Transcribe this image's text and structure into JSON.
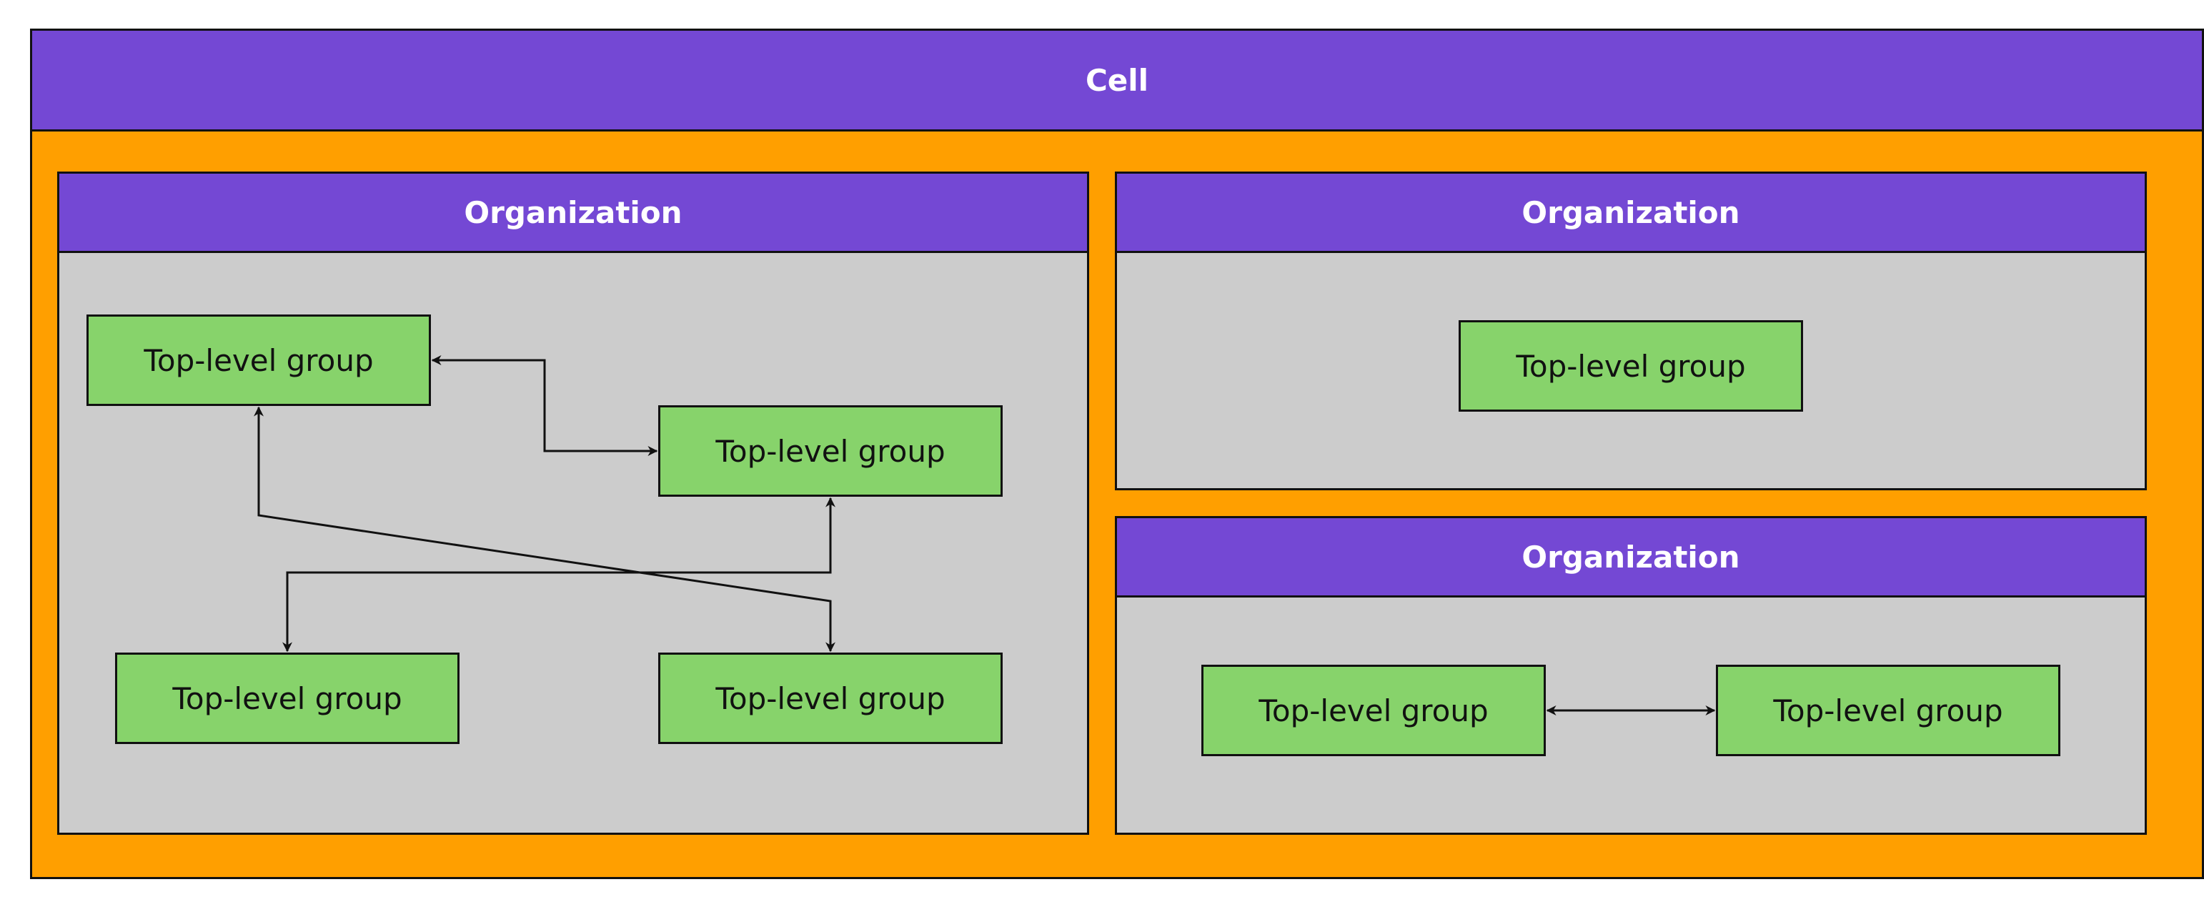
{
  "cell": {
    "title": "Cell"
  },
  "organizations": [
    {
      "title": "Organization",
      "groups": [
        "Top-level group",
        "Top-level group",
        "Top-level group",
        "Top-level group"
      ]
    },
    {
      "title": "Organization",
      "groups": [
        "Top-level group"
      ]
    },
    {
      "title": "Organization",
      "groups": [
        "Top-level group",
        "Top-level group"
      ]
    }
  ],
  "colors": {
    "cell_background": "#ff9f00",
    "header_background": "#7448d4",
    "organization_background": "#cccccc",
    "group_background": "#87d36b",
    "connector": "#111111"
  }
}
